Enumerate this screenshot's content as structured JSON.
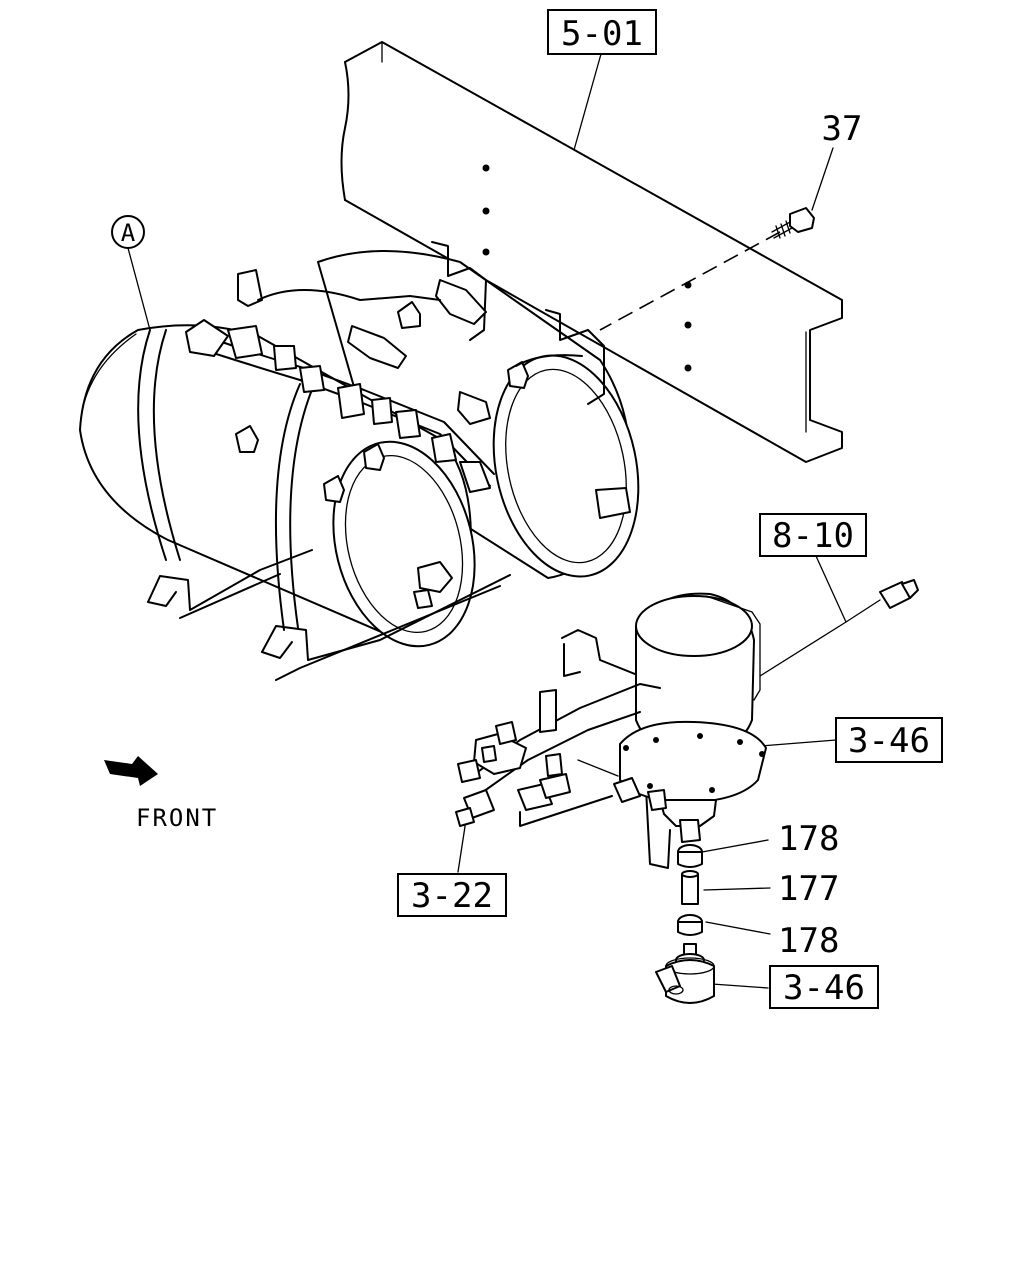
{
  "callouts": {
    "frame_ref": "5-01",
    "bolt": "37",
    "detail_a": "A",
    "harness_ref": "8-10",
    "dryer_ref_upper": "3-46",
    "valve_ref": "3-22",
    "clamp_upper": "178",
    "hose": "177",
    "clamp_lower": "178",
    "dryer_ref_lower": "3-46"
  },
  "orientation": {
    "label": "FRONT"
  }
}
